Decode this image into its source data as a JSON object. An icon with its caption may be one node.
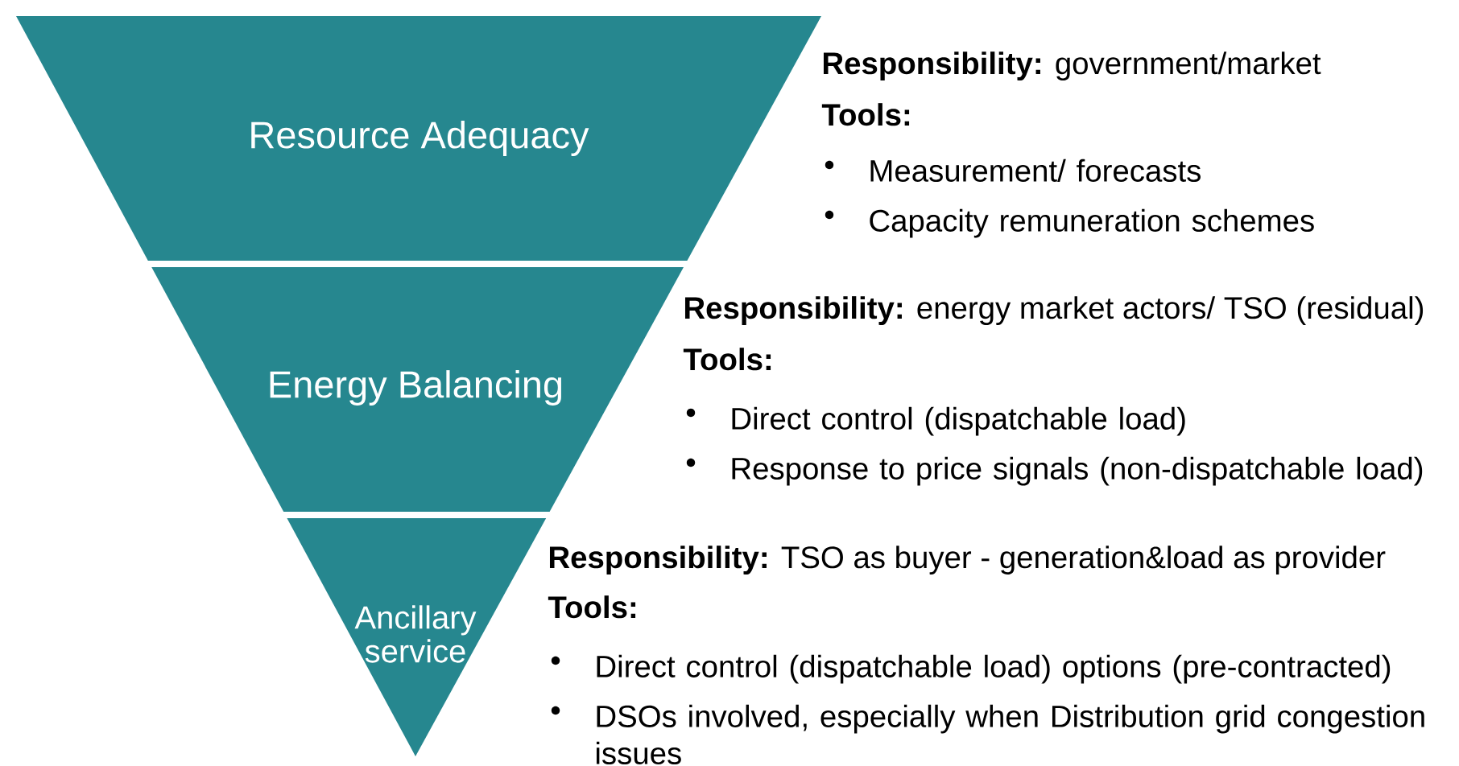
{
  "diagram": {
    "nodes": [
      {
        "text": [
          "Resource Adequacy"
        ],
        "beside": [
          "**Responsibility:** government/market",
          "Tools:",
          "Measurement/ forecasts",
          "Capacity remuneration schemes"
        ]
      },
      {
        "text": [
          "Energy Balancing"
        ],
        "beside": [
          "**Responsibility:** energy market actors/ TSO (residual)",
          "Tools:",
          "Direct control (dispatchable load)",
          "Response to price signals (non-dispatchable load)"
        ]
      },
      {
        "text": [
          "Ancillary service"
        ],
        "beside": [
          "**Responsibility:** TSO as buyer - generation&load as provider",
          "Tools:",
          "Direct control (dispatchable load) options (pre-contracted)",
          "DSOs involved, especially when Distribution grid congestion issues"
        ]
      }
    ],
    "edges": []
  }
}
